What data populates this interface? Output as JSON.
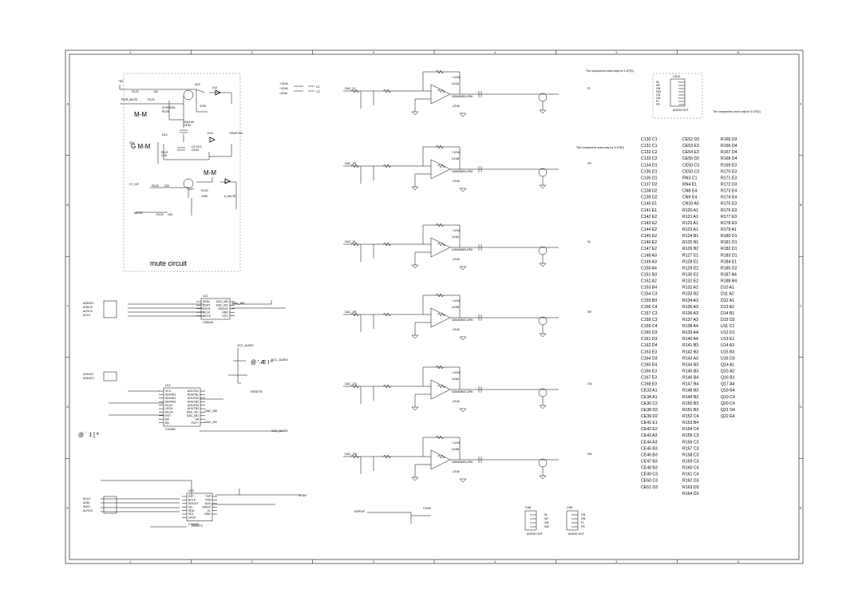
{
  "border": {
    "columns": [
      "1",
      "2",
      "3",
      "4",
      "5",
      "6"
    ],
    "rows": [
      "A",
      "B",
      "C",
      "D",
      "E"
    ]
  },
  "mute_block": {
    "title": "mute circuit",
    "labels": [
      {
        "text": "+5V"
      },
      {
        "text": "Q15"
      },
      {
        "text": "D11"
      },
      {
        "text": "R123"
      },
      {
        "text": "10K"
      },
      {
        "text": "PWR_MUTE"
      },
      {
        "text": "R124"
      },
      {
        "text": "XC9533XL"
      },
      {
        "text": "R125"
      },
      {
        "text": "470K"
      },
      {
        "text": "1N4148"
      },
      {
        "text": "CE33"
      },
      {
        "text": "100uF/16v"
      },
      {
        "text": "D13"
      },
      {
        "text": "Q12"
      },
      {
        "text": "C2 VCC"
      },
      {
        "text": "CE34"
      },
      {
        "text": "R122"
      },
      {
        "text": "2.2K"
      },
      {
        "text": "D14"
      },
      {
        "text": "CY_MT"
      },
      {
        "text": "R126"
      },
      {
        "text": "220"
      },
      {
        "text": "Q13"
      },
      {
        "text": "R130"
      },
      {
        "text": "100K"
      },
      {
        "text": "A_MUTE"
      },
      {
        "text": "MUTE"
      },
      {
        "text": "R129"
      },
      {
        "text": "10K"
      }
    ],
    "glyphs": [
      "M-M",
      "G M-M",
      "M-M"
    ]
  },
  "power_labels": [
    "+12VA",
    "+12VA",
    "-12VA",
    "C1",
    "C2"
  ],
  "opamp_stages": [
    {
      "ref": "U14A",
      "part": "NJM4580D-DPA",
      "rail_top": "+12VA",
      "rail_bot": "-12VA",
      "input": "DAC_FL",
      "output": "FL"
    },
    {
      "ref": "U14B",
      "part": "NJM4580D-DPA",
      "rail_top": "+12VA",
      "rail_bot": "-12VA",
      "input": "DAC_FR",
      "output": "FR"
    },
    {
      "ref": "U15A",
      "part": "NJM4580D-DPA",
      "rail_top": "+12VA",
      "rail_bot": "-12VA",
      "input": "DAC_SL",
      "output": "SL"
    },
    {
      "ref": "U15B",
      "part": "NJM4580D-DPA",
      "rail_top": "+12VA",
      "rail_bot": "-12VA",
      "input": "DAC_SR",
      "output": "SR"
    },
    {
      "ref": "U16A",
      "part": "NJM4580D-DPA",
      "rail_top": "+12VA",
      "rail_bot": "-12VA",
      "input": "DAC_CN",
      "output": "CN"
    },
    {
      "ref": "U16B",
      "part": "NJM4580D-DPA",
      "rail_top": "+12VA",
      "rail_bot": "-12VA",
      "input": "DAC_SW",
      "output": "SW"
    }
  ],
  "notes": {
    "note_top": "The component used only for 5.1P(D)",
    "note_mid": "The component used only for 5.1P(D)",
    "note_right": "The component used only for 5.1P(D)"
  },
  "connectors": [
    {
      "ref": "CN10",
      "pins": [
        "SL",
        "SR",
        "GN",
        "SW",
        "CN",
        "GN",
        "FL",
        "FR"
      ],
      "label": "AUDIO OUT"
    },
    {
      "ref": "CN8",
      "pins": [
        "SL",
        "SR",
        "GN",
        "SW"
      ],
      "label": "AUDIO OUT"
    },
    {
      "ref": "CN9",
      "pins": [
        "CN",
        "GN",
        "FL",
        "FR"
      ],
      "label": "AUDIO OUT"
    }
  ],
  "ics": [
    {
      "ref": "U11",
      "part": "CS8416",
      "pins_left": [
        "SDIN",
        "SDAT",
        "LRCK",
        "BCLK",
        "MCLK"
      ],
      "pins_right": [
        "DAC_MD",
        "DAC_MC",
        "SDOUT",
        "GND",
        "VCC"
      ]
    },
    {
      "ref": "U12",
      "part": "CS4382",
      "pins_left": [
        "VLS",
        "SDATA1",
        "SDATA2",
        "SDATA3",
        "SCLK",
        "LRCK",
        "MCLK",
        "RST",
        "M0",
        "M1"
      ],
      "pins_right": [
        "AOUTA1",
        "AOUTB1",
        "AOUTA2",
        "AOUTB2",
        "AOUTA3",
        "AOUTB3",
        "DAC_MC",
        "DAC_MD",
        "VA",
        "FILT+"
      ]
    },
    {
      "ref": "U13",
      "part": "CS8406",
      "pins_left": [
        "RST",
        "BCLK",
        "SDOUT",
        "VD",
        "SDA",
        "SCL",
        "LRCK"
      ],
      "pins_right": [
        "TXP",
        "TXN",
        "AUX",
        "OMCK",
        "VL",
        "GND"
      ]
    }
  ],
  "left_signals": [
    {
      "group": "top",
      "names": [
        "ASDAT1",
        "ASDO2",
        "ALRCK",
        "ACLK"
      ]
    },
    {
      "group": "mid",
      "names": [
        "ASDAT1",
        "ASDAT2"
      ]
    },
    {
      "group": "bottom",
      "names": [
        "ACLK",
        "ASDI",
        "SDIO",
        "ALRCK"
      ]
    }
  ],
  "misc_labels": [
    {
      "text": "VCC_AUDIO"
    },
    {
      "text": "VCC_AUDIO"
    },
    {
      "text": "VCC_AUDIO"
    },
    {
      "text": "RESETB"
    },
    {
      "text": "RESET2"
    },
    {
      "text": "DAC_MD"
    },
    {
      "text": "DAC_MC"
    },
    {
      "text": "SPDIF"
    },
    {
      "text": "ASPDIF"
    },
    {
      "text": "COAX"
    },
    {
      "text": "DAC_MD"
    }
  ],
  "mid_glyphs": {
    "a": "@ ' Æ I  ª",
    "b": "@ ` ‡ [  ª"
  },
  "parts_table": [
    [
      "C130 C1",
      "CE52 D3",
      "R165 D3"
    ],
    [
      "C131 C1",
      "CE53 E3",
      "R166 D4"
    ],
    [
      "C132 C2",
      "CE54 E3",
      "R167 D4"
    ],
    [
      "C133 C2",
      "CE55 D2",
      "R168 D4"
    ],
    [
      "C134 D1",
      "CE50 C3",
      "R169 E3"
    ],
    [
      "C135 D1",
      "CE50 C3",
      "R170 E3"
    ],
    [
      "C136 D1",
      "RN3 C1",
      "R171 E3"
    ],
    [
      "C137 D2",
      "RN4 E1",
      "R172 D3"
    ],
    [
      "C138 D2",
      "CN8 E4",
      "R173 E4"
    ],
    [
      "C139 D2",
      "CN9 E4",
      "R174 E4"
    ],
    [
      "C140 E1",
      "CN10 A5",
      "R175 E3"
    ],
    [
      "C141 E1",
      "R120 A1",
      "R176 E3"
    ],
    [
      "C142 E2",
      "R121 A1",
      "R177 E3"
    ],
    [
      "C143 E2",
      "R122 A1",
      "R178 E3"
    ],
    [
      "C144 E2",
      "R123 A1",
      "R179 A1"
    ],
    [
      "C145 E2",
      "R124 B1",
      "R180 D1"
    ],
    [
      "C146 E2",
      "R125 B1",
      "R181 D1"
    ],
    [
      "C147 E2",
      "R126 B2",
      "R182 D1"
    ],
    [
      "C148 A3",
      "R127 E1",
      "R183 D1"
    ],
    [
      "C149 A3",
      "R128 E1",
      "R184 E1"
    ],
    [
      "C150 A4",
      "R129 E2",
      "R185 D2"
    ],
    [
      "C151 B3",
      "R130 E2",
      "R187 A4"
    ],
    [
      "C152 A2",
      "R131 E2",
      "R188 B4"
    ],
    [
      "C153 B4",
      "R132 A2",
      "D10 A1"
    ],
    [
      "C154 C3",
      "R133 B2",
      "D11 A2"
    ],
    [
      "C155 B3",
      "R134 A3",
      "D12 A1"
    ],
    [
      "C156 C4",
      "R135 A3",
      "D13 A2"
    ],
    [
      "C157 C3",
      "R136 A3",
      "D14 B1"
    ],
    [
      "C158 C3",
      "R137 A3",
      "D15 D2"
    ],
    [
      "C159 C4",
      "R138 A4",
      "U11 C1"
    ],
    [
      "C160 D3",
      "R139 A4",
      "U12 D1"
    ],
    [
      "C161 D3",
      "R140 A4",
      "U13 E1"
    ],
    [
      "C162 D4",
      "R141 B3",
      "U14 A3"
    ],
    [
      "C163 E3",
      "R142 B3",
      "U15 B3"
    ],
    [
      "C164 D3",
      "R143 A3",
      "U16 D3"
    ],
    [
      "C165 E4",
      "R144 B3",
      "Q14 A1"
    ],
    [
      "C166 E3",
      "R145 B3",
      "Q15 A2"
    ],
    [
      "C167 E3",
      "R146 B4",
      "Q16 B1"
    ],
    [
      "C168 E3",
      "R147 B4",
      "Q17 A4"
    ],
    [
      "CE33 A1",
      "R148 B3",
      "Q18 B4"
    ],
    [
      "CE34 A1",
      "R149 B3",
      "Q19 C4"
    ],
    [
      "CE36 C2",
      "R150 B3",
      "Q20 C4"
    ],
    [
      "CE38 D2",
      "R151 B3",
      "Q21 D4"
    ],
    [
      "CE39 D2",
      "R152 C4",
      "Q22 E4"
    ],
    [
      "CE41 E1",
      "R153 B4",
      ""
    ],
    [
      "CE42 E2",
      "R154 C4",
      ""
    ],
    [
      "CE43 A3",
      "R155 C3",
      ""
    ],
    [
      "CE44 A3",
      "R156 C3",
      ""
    ],
    [
      "CE45 B3",
      "R157 C3",
      ""
    ],
    [
      "CE46 B3",
      "R158 C3",
      ""
    ],
    [
      "CE47 B3",
      "R159 C3",
      ""
    ],
    [
      "CE48 B3",
      "R160 C4",
      ""
    ],
    [
      "CE49 C3",
      "R161 C4",
      ""
    ],
    [
      "CE50 C3",
      "R162 D3",
      ""
    ],
    [
      "CE51 D3",
      "R163 D3",
      ""
    ],
    [
      "",
      "R164 D3",
      ""
    ]
  ]
}
